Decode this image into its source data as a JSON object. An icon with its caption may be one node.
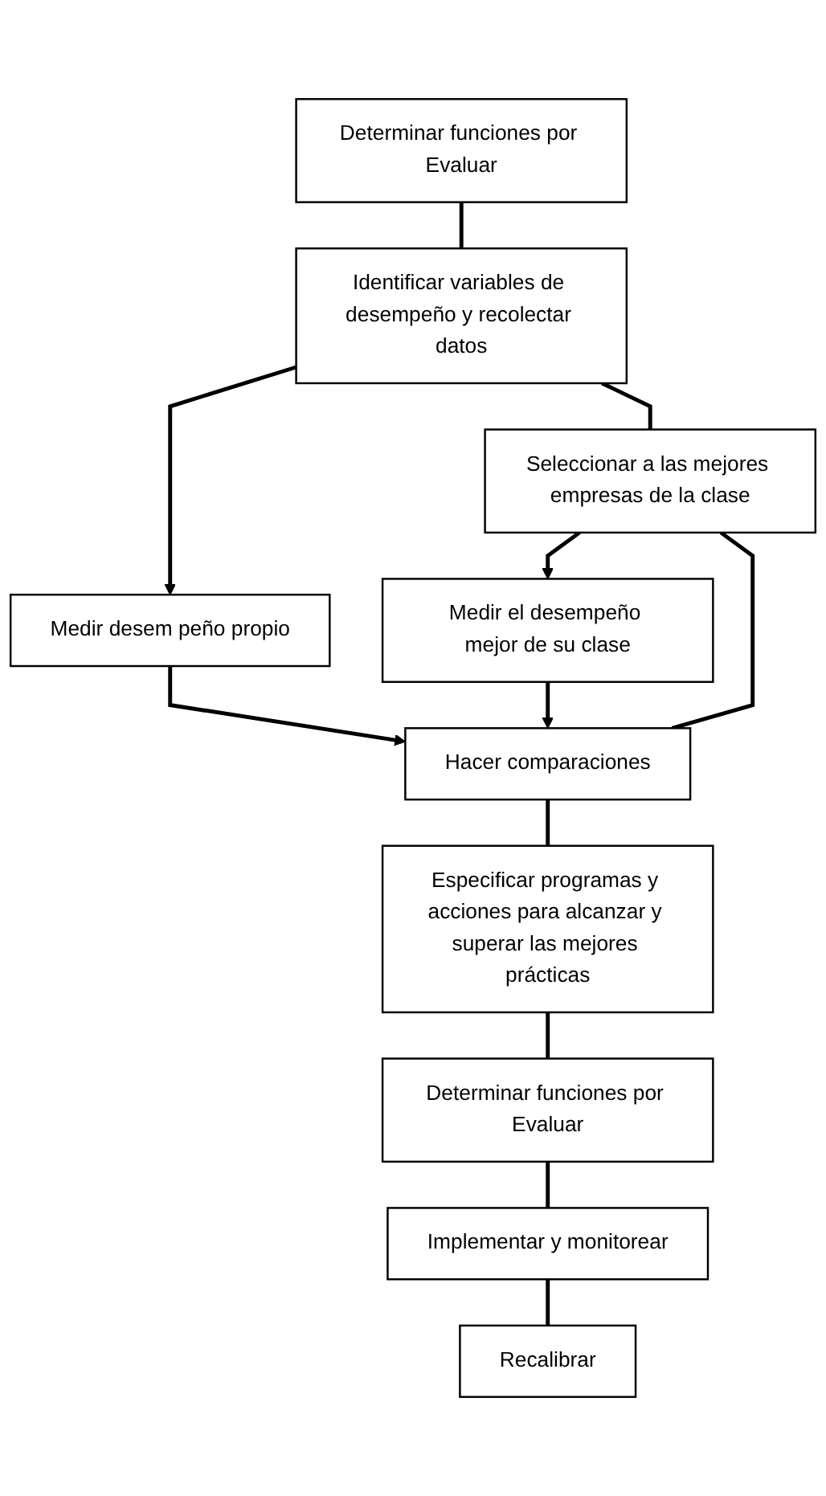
{
  "diagram": {
    "nodes": [
      {
        "text": [
          "Determinar funciones por Evaluar"
        ]
      },
      {
        "text": [
          "Identificar variables de desempeño y recolectar datos"
        ]
      },
      {
        "text": [
          "Medir desem peño propio"
        ]
      },
      {
        "text": [
          "Seleccionar a las mejores empresas de la clase"
        ]
      },
      {
        "text": [
          "Medir el desempeño mejor de su clase"
        ]
      },
      {
        "text": [
          "Hacer comparaciones"
        ]
      },
      {
        "text": [
          "Especificar programas y acciones para alcanzar y superar las mejores prácticas"
        ]
      },
      {
        "text": [
          "Determinar funciones por Evaluar"
        ]
      },
      {
        "text": [
          "Implementar y monitorear"
        ]
      },
      {
        "text": [
          "Recalibrar"
        ]
      }
    ],
    "edges": [
      {
        "from": 0,
        "to": 1,
        "arrow": "none"
      },
      {
        "from": 1,
        "to": 2,
        "arrow": "to"
      },
      {
        "from": 1,
        "to": 3,
        "arrow": "none"
      },
      {
        "from": 3,
        "to": 4,
        "arrow": "to"
      },
      {
        "from": 3,
        "to": 5,
        "arrow": "none"
      },
      {
        "from": 2,
        "to": 5,
        "arrow": "to"
      },
      {
        "from": 4,
        "to": 5,
        "arrow": "to"
      },
      {
        "from": 5,
        "to": 6,
        "arrow": "none"
      },
      {
        "from": 6,
        "to": 7,
        "arrow": "none"
      },
      {
        "from": 7,
        "to": 8,
        "arrow": "none"
      },
      {
        "from": 8,
        "to": 9,
        "arrow": "none"
      }
    ]
  }
}
